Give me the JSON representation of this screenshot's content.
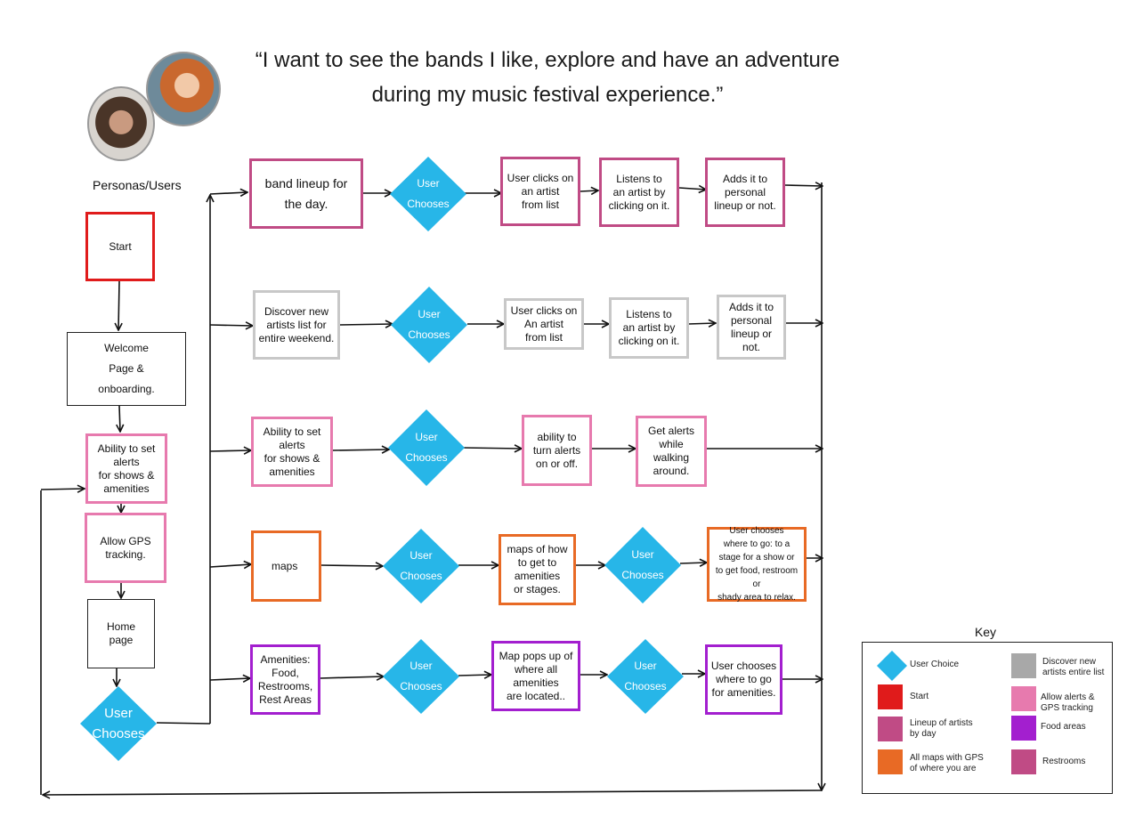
{
  "quote": "“I want to see the bands I like, explore and have an adventure during my music festival experience.”",
  "personas_label": "Personas/Users",
  "nodes": {
    "start": "Start",
    "welcome": "Welcome\nPage &\nonboarding.",
    "alerts_setup": "Ability to set\nalerts\nfor shows &\namenities",
    "allow_gps": "Allow GPS\ntracking.",
    "home": "Home\npage",
    "main_choice": "User\nChooses",
    "r1_lineup": "band lineup for\nthe day.",
    "r1_choice": "User\nChooses",
    "r1_click": "User clicks on\nan artist\nfrom list",
    "r1_listen": "Listens to\nan artist by\nclicking on it.",
    "r1_add": "Adds it to\npersonal\nlineup or not.",
    "r2_discover": "Discover new\nartists list for\nentire weekend.",
    "r2_choice": "User\nChooses",
    "r2_click": "User clicks on\nAn artist\nfrom list",
    "r2_listen": "Listens to\nan artist by\nclicking on it.",
    "r2_add": "Adds it to\npersonal\nlineup or not.",
    "r3_alerts": "Ability to set\nalerts\nfor shows &\namenities",
    "r3_choice": "User\nChooses",
    "r3_toggle": "ability to\nturn alerts\non or off.",
    "r3_walk": "Get alerts\nwhile walking\naround.",
    "r4_maps": "maps",
    "r4_choice": "User\nChooses",
    "r4_howto": "maps of how\nto get to\namenities\nor stages.",
    "r4_choice2": "User\nChooses",
    "r4_where": "User chooses\nwhere to go: to a\nstage for a show or\nto get food, restroom or\nshady area to relax.",
    "r5_amenities": "Amenities:\nFood,\nRestrooms,\nRest Areas",
    "r5_choice": "User\nChooses",
    "r5_popup": "Map pops up of\nwhere all\namenities\nare located..",
    "r5_choice2": "User\nChooses",
    "r5_where": "User chooses\nwhere to go\nfor amenities."
  },
  "key": {
    "title": "Key",
    "items": [
      {
        "label": "User Choice",
        "color": "#27b6e8",
        "shape": "diamond"
      },
      {
        "label": "Start",
        "color": "#e01b1b",
        "shape": "square"
      },
      {
        "label": "Lineup of artists\nby day",
        "color": "#c04b85",
        "shape": "square"
      },
      {
        "label": "All maps with GPS\nof where you are",
        "color": "#e86a25",
        "shape": "square"
      },
      {
        "label": "Discover new\nartists entire list",
        "color": "#a8a8a8",
        "shape": "square"
      },
      {
        "label": "Allow alerts &\nGPS tracking",
        "color": "#e77aae",
        "shape": "square"
      },
      {
        "label": "Food areas",
        "color": "#a31fcf",
        "shape": "square"
      },
      {
        "label": "Restrooms",
        "color": "#c04b85",
        "shape": "square"
      }
    ]
  }
}
